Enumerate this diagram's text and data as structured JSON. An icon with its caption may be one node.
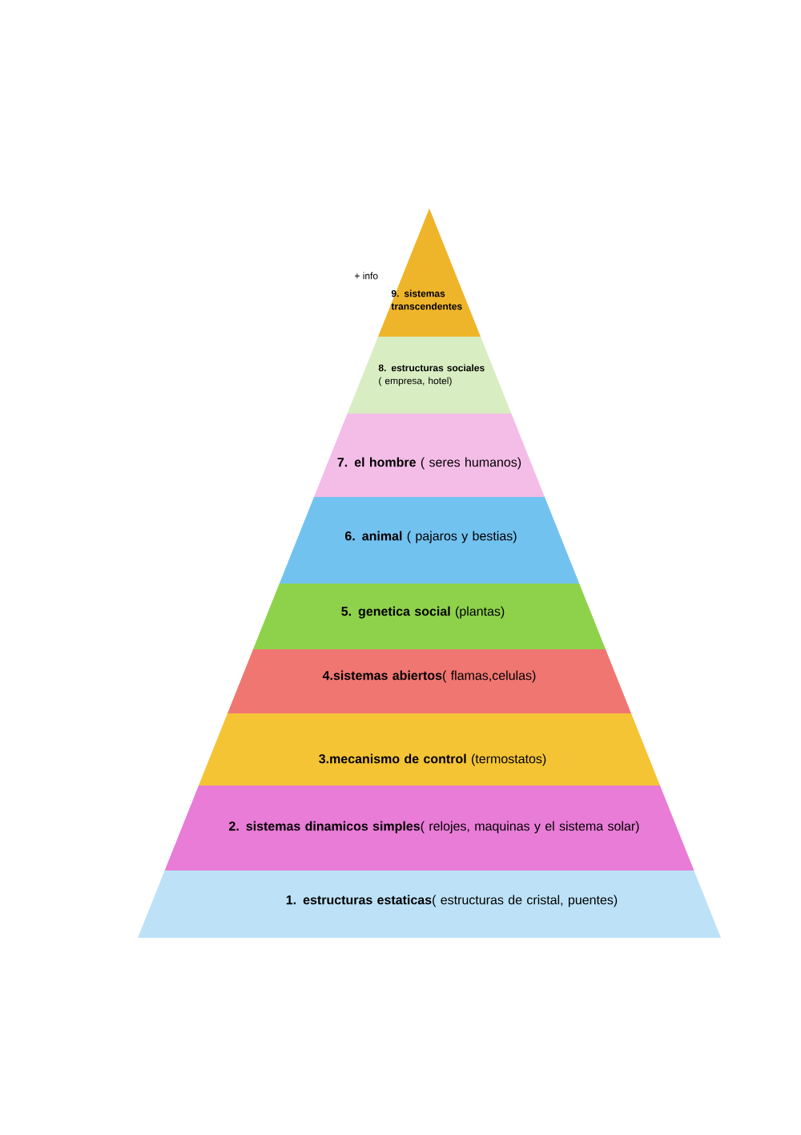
{
  "diagram": {
    "nodes": [
      {
        "text": [
          "9. sistemas transcendentes"
        ]
      },
      {
        "text": [
          "**8. estructuras sociales** ( empresa, hotel)"
        ]
      },
      {
        "text": [
          "**7. el hombre** ( seres humanos)"
        ]
      },
      {
        "text": [
          "**6. animal** ( pajaros y bestias)"
        ]
      },
      {
        "text": [
          "**5. genetica social** (plantas)"
        ]
      },
      {
        "text": [
          "**4.sistemas abiertos**( flamas,celulas)"
        ]
      },
      {
        "text": [
          "**3.mecanismo de control** (termostatos)"
        ]
      },
      {
        "text": [
          "**2. sistemas dinamicos simples**( relojes, maquinas y el sistema solar)"
        ]
      },
      {
        "text": [
          "**1. estructuras estaticas**( estructuras de cristal, puentes)"
        ]
      }
    ],
    "labels": [
      "+ info"
    ]
  }
}
